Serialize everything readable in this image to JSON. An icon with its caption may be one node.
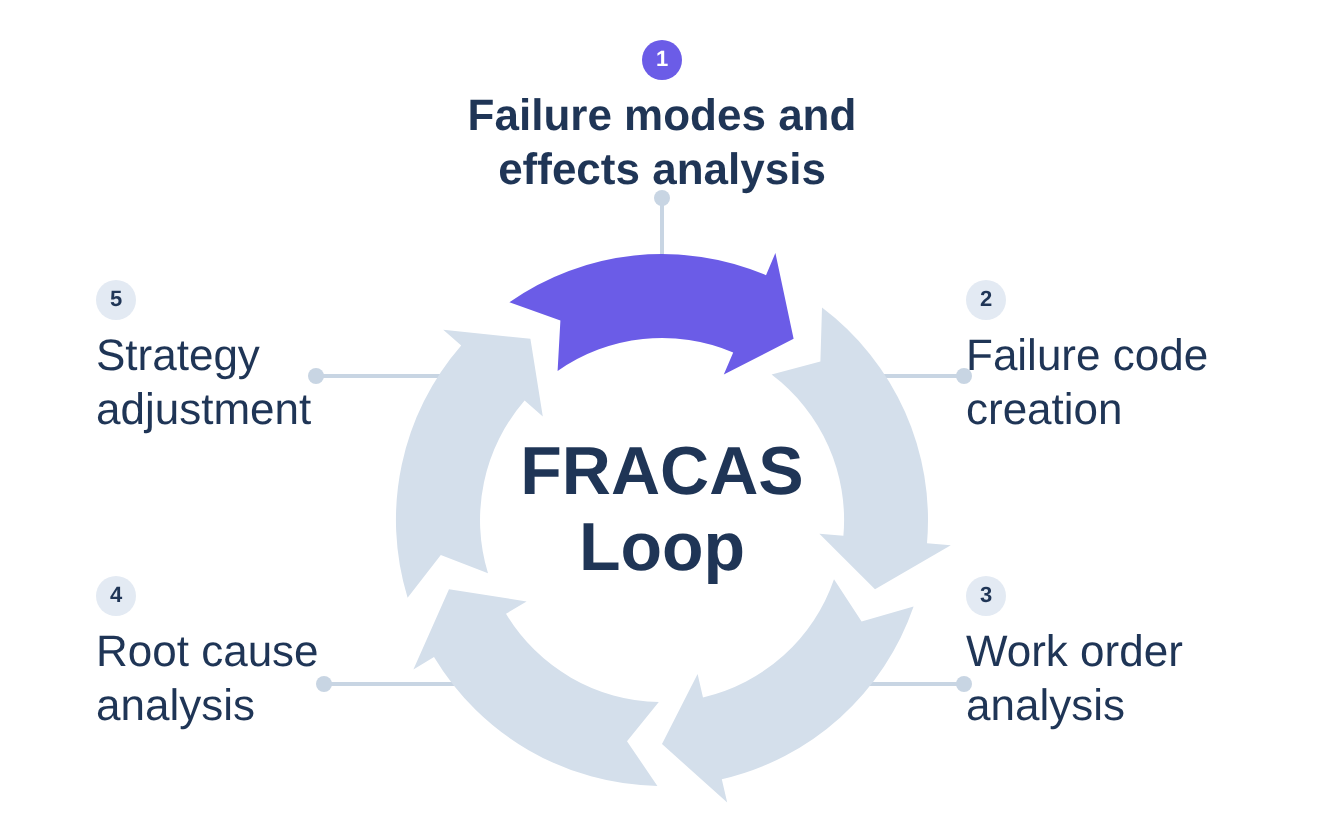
{
  "diagram": {
    "title": "FRACAS Loop",
    "nodes": [
      {
        "text": [
          "1",
          "Failure modes and effects analysis"
        ]
      },
      {
        "text": [
          "2",
          "Failure code creation"
        ]
      },
      {
        "text": [
          "3",
          "Work order analysis"
        ]
      },
      {
        "text": [
          "4",
          "Root cause analysis"
        ]
      },
      {
        "text": [
          "5",
          "Strategy adjustment"
        ]
      },
      {
        "text": [],
        "shape": "arrow"
      },
      {
        "text": [],
        "shape": "arrow"
      },
      {
        "text": [],
        "shape": "arrow"
      },
      {
        "text": [],
        "shape": "arrow"
      },
      {
        "text": [],
        "shape": "arrow"
      }
    ],
    "edges": [
      {
        "from": 0,
        "to": 5,
        "arrow": "other"
      },
      {
        "from": 1,
        "to": 6,
        "arrow": "other"
      },
      {
        "from": 2,
        "to": 7,
        "arrow": "other"
      },
      {
        "from": 3,
        "to": 8,
        "arrow": "other"
      },
      {
        "from": 4,
        "to": 9,
        "arrow": "other"
      }
    ]
  }
}
